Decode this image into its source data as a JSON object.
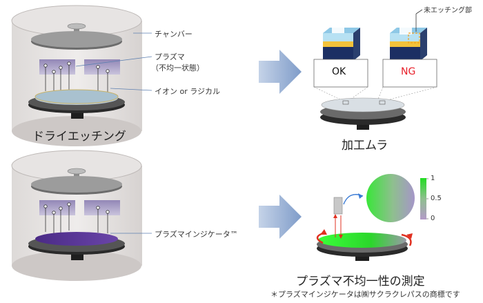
{
  "top_chamber": {
    "label_chamber": "チャンバー",
    "label_plasma": "プラズマ",
    "label_plasma_sub": "（不均一状態）",
    "label_ion": "イオン or ラジカル",
    "caption": "ドライエッチング"
  },
  "etch_result": {
    "ok_label": "OK",
    "ng_label": "NG",
    "unetched_label": "未エッチング部",
    "caption": "加工ムラ",
    "ng_color": "#e8202a"
  },
  "bottom_chamber": {
    "label_sensor": "プラズマインジケータ™",
    "caption": "プラズマ不均一性の測定"
  },
  "colorbar": {
    "ticks": [
      "1",
      "0.5",
      "0"
    ],
    "top_color": "#22dd22",
    "bottom_color": "#b39ac8"
  },
  "footnote": "＊プラズマインジケータは㈱サクラクレパスの商標です"
}
